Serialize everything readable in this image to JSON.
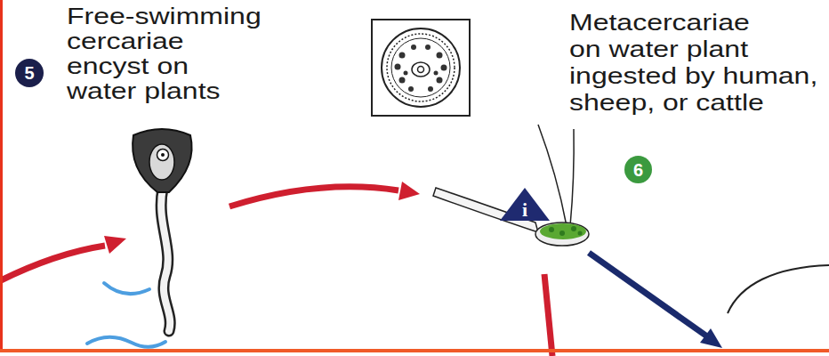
{
  "diagram": {
    "nodes": [
      {
        "text": [
          "5"
        ]
      },
      {
        "text": [
          "6"
        ]
      },
      {
        "text": [
          "i"
        ]
      }
    ],
    "labels": [
      "Free-swimming cercariae encyst on water plants",
      "Metacercariae on water plant ingested by human, sheep, or cattle"
    ]
  }
}
